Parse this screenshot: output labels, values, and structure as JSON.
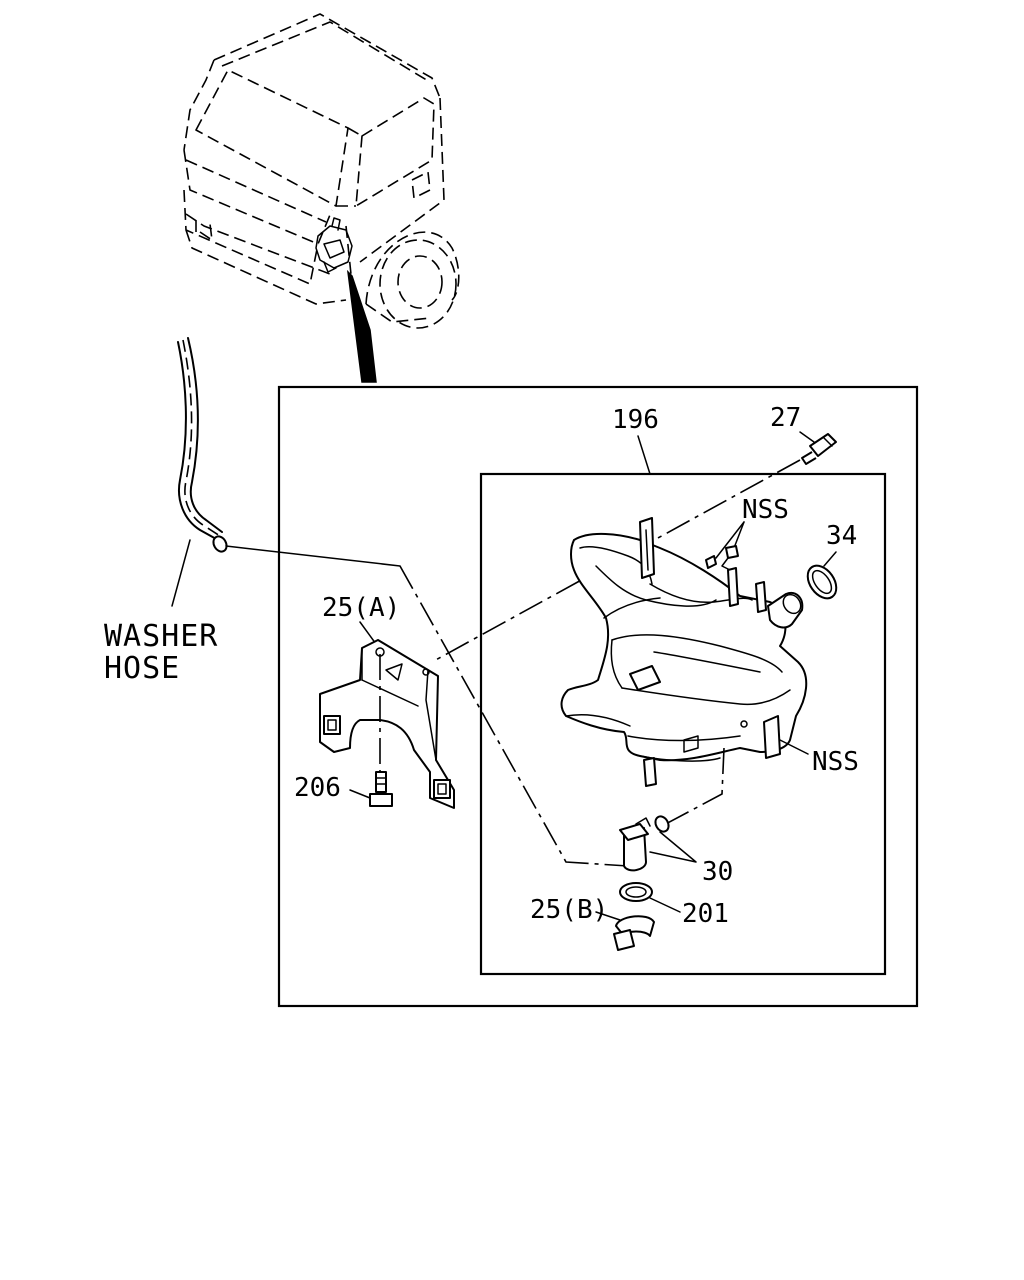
{
  "labels": {
    "washer_hose_line1": "WASHER",
    "washer_hose_line2": "HOSE",
    "part_196": "196",
    "part_27": "27",
    "nss_top": "NSS",
    "part_34": "34",
    "part_25a": "25(A)",
    "part_206": "206",
    "nss_right": "NSS",
    "part_30": "30",
    "part_25b": "25(B)",
    "part_201": "201"
  }
}
